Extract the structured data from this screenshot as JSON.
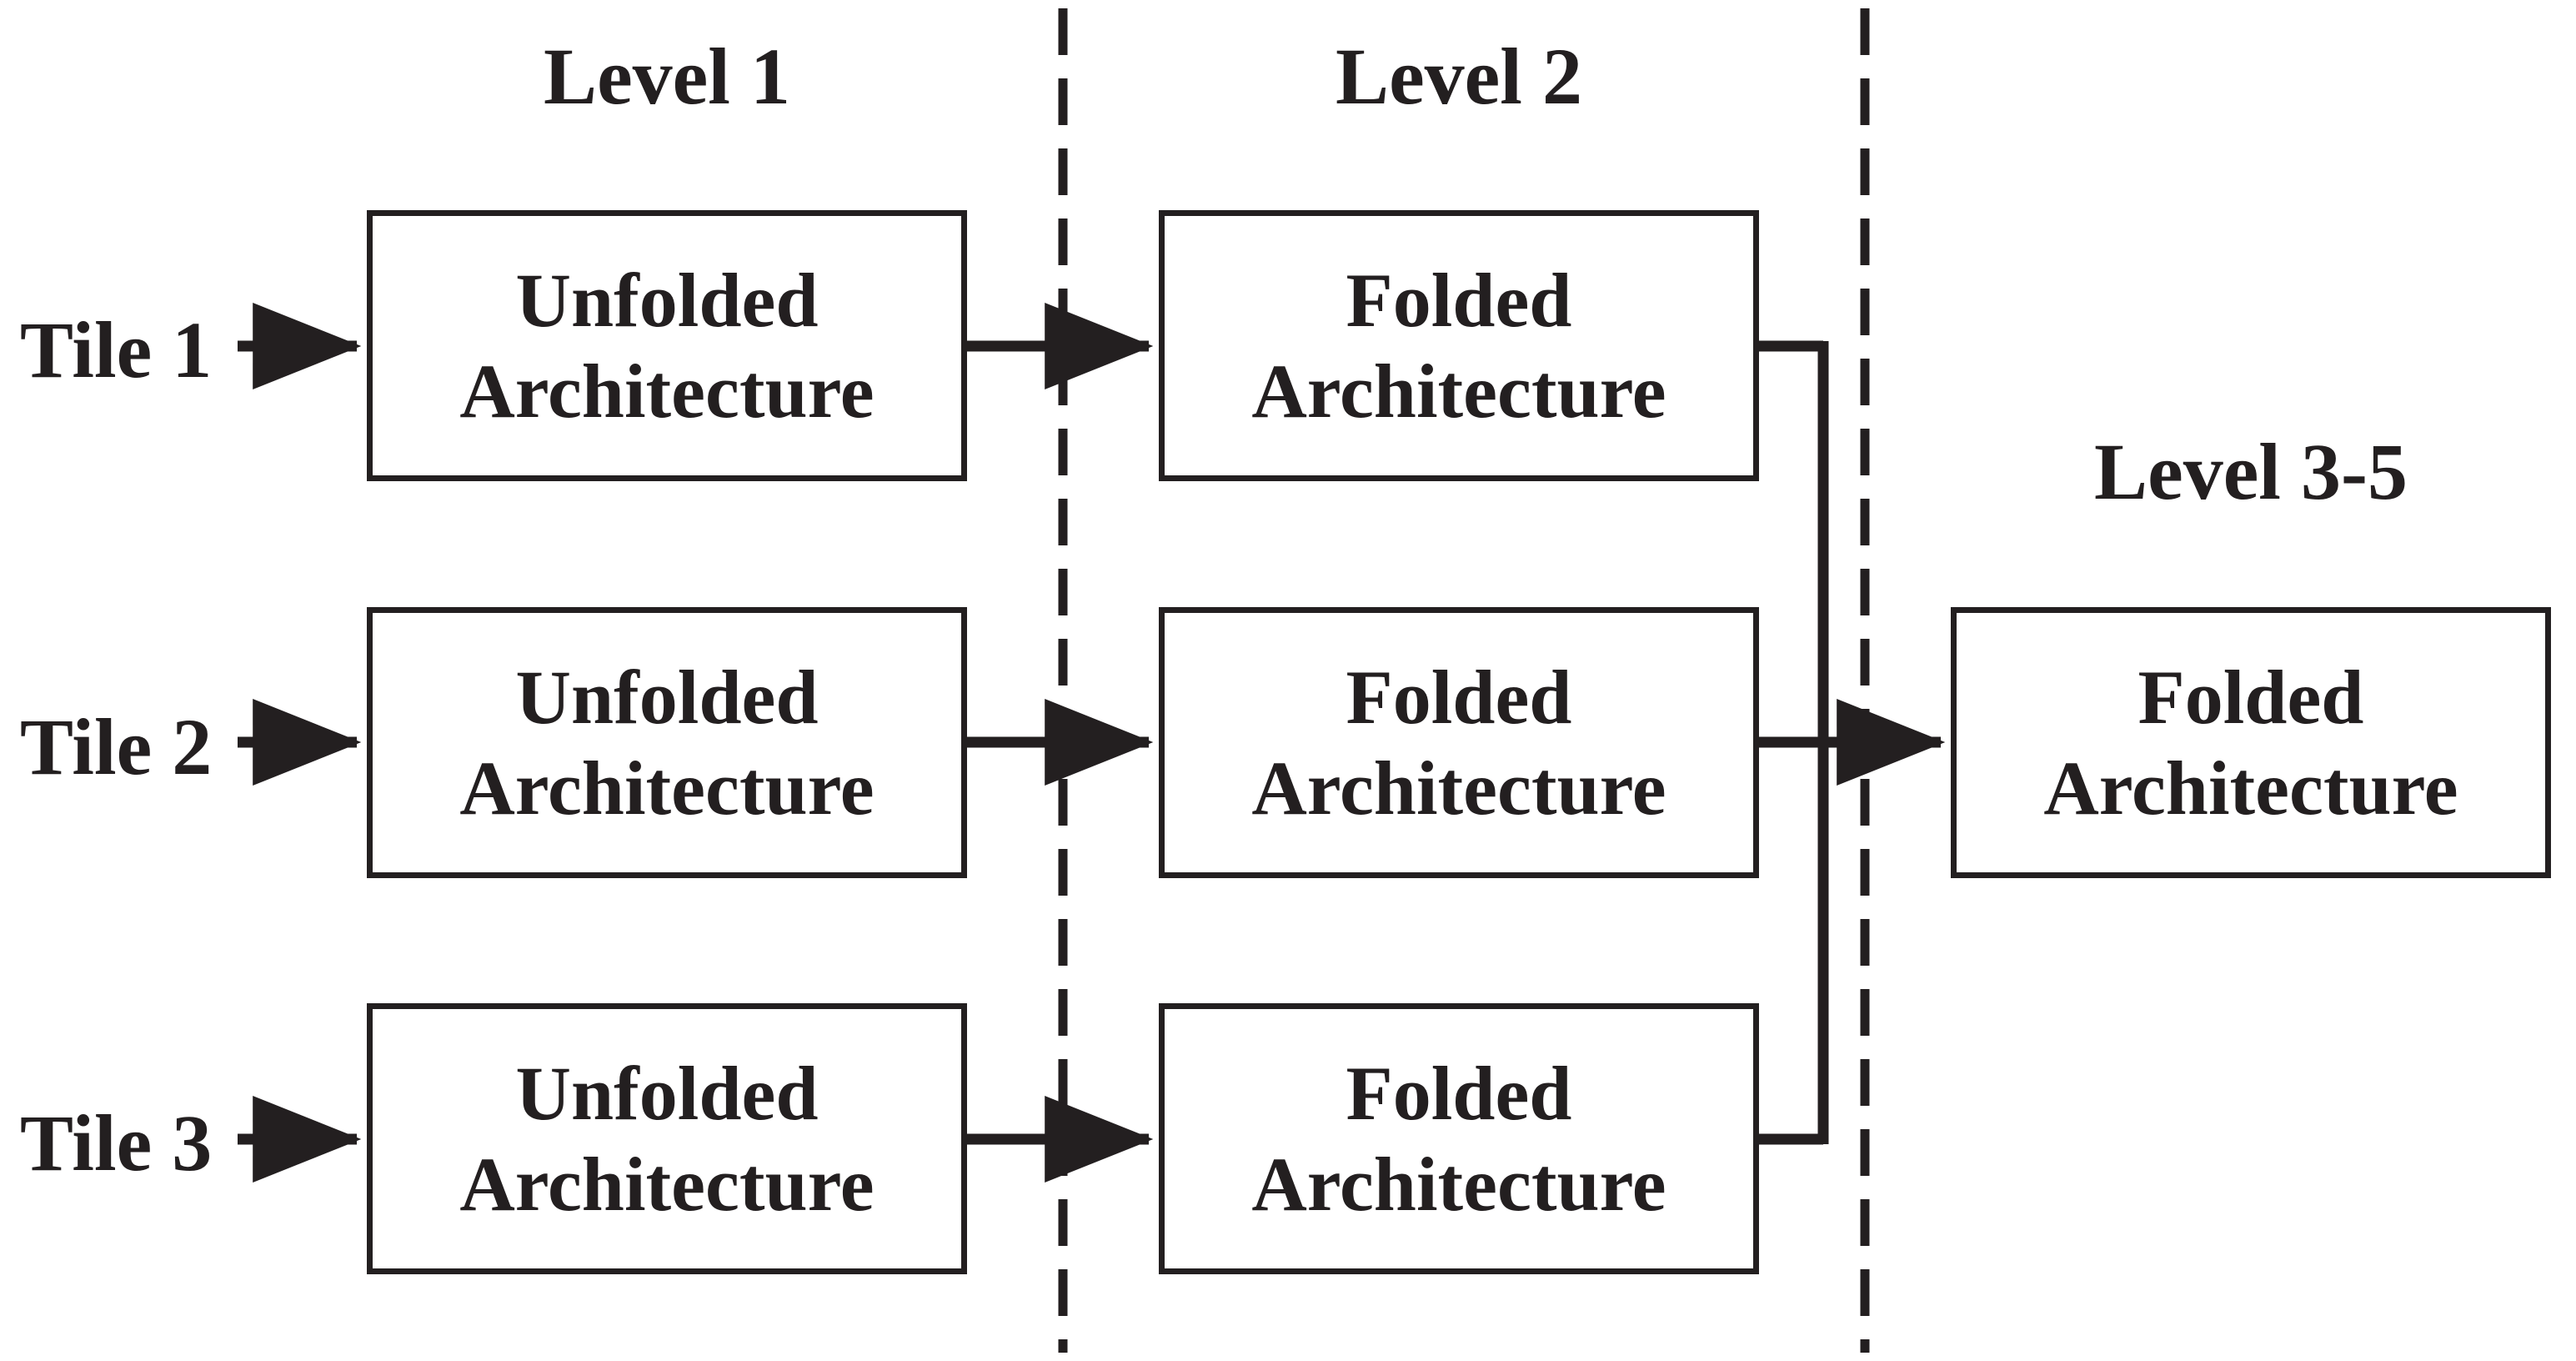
{
  "figure": {
    "title": "Hierarchical tile folding architecture flow",
    "background_color": "#ffffff",
    "ink_color": "#231f20"
  },
  "levels": [
    {
      "id": "level-1",
      "label": "Level 1"
    },
    {
      "id": "level-2",
      "label": "Level 2"
    },
    {
      "id": "level-3-5",
      "label": "Level 3-5"
    }
  ],
  "tiles": [
    {
      "id": "tile-1",
      "label": "Tile 1"
    },
    {
      "id": "tile-2",
      "label": "Tile 2"
    },
    {
      "id": "tile-3",
      "label": "Tile 3"
    }
  ],
  "boxes": {
    "level1": [
      {
        "id": "l1-r1",
        "line1": "Unfolded",
        "line2": "Architecture"
      },
      {
        "id": "l1-r2",
        "line1": "Unfolded",
        "line2": "Architecture"
      },
      {
        "id": "l1-r3",
        "line1": "Unfolded",
        "line2": "Architecture"
      }
    ],
    "level2": [
      {
        "id": "l2-r1",
        "line1": "Folded",
        "line2": "Architecture"
      },
      {
        "id": "l2-r2",
        "line1": "Folded",
        "line2": "Architecture"
      },
      {
        "id": "l2-r3",
        "line1": "Folded",
        "line2": "Architecture"
      }
    ],
    "level35": {
      "id": "l35",
      "line1": "Folded",
      "line2": "Architecture"
    }
  },
  "separators": [
    {
      "id": "divider-level1-level2",
      "style": "dashed",
      "orientation": "vertical"
    },
    {
      "id": "divider-level2-level35",
      "style": "dashed",
      "orientation": "vertical"
    }
  ],
  "connectors": [
    {
      "id": "tile-1-to-unfolded-1",
      "from": "tile-1",
      "to": "l1-r1",
      "arrow": true
    },
    {
      "id": "tile-2-to-unfolded-2",
      "from": "tile-2",
      "to": "l1-r2",
      "arrow": true
    },
    {
      "id": "tile-3-to-unfolded-3",
      "from": "tile-3",
      "to": "l1-r3",
      "arrow": true
    },
    {
      "id": "unfolded-1-to-folded-1",
      "from": "l1-r1",
      "to": "l2-r1",
      "arrow": true
    },
    {
      "id": "unfolded-2-to-folded-2",
      "from": "l1-r2",
      "to": "l2-r2",
      "arrow": true
    },
    {
      "id": "unfolded-3-to-folded-3",
      "from": "l1-r3",
      "to": "l2-r3",
      "arrow": true
    },
    {
      "id": "folded-bus-merge",
      "from": [
        "l2-r1",
        "l2-r2",
        "l2-r3"
      ],
      "to": "l35",
      "arrow": true
    }
  ]
}
